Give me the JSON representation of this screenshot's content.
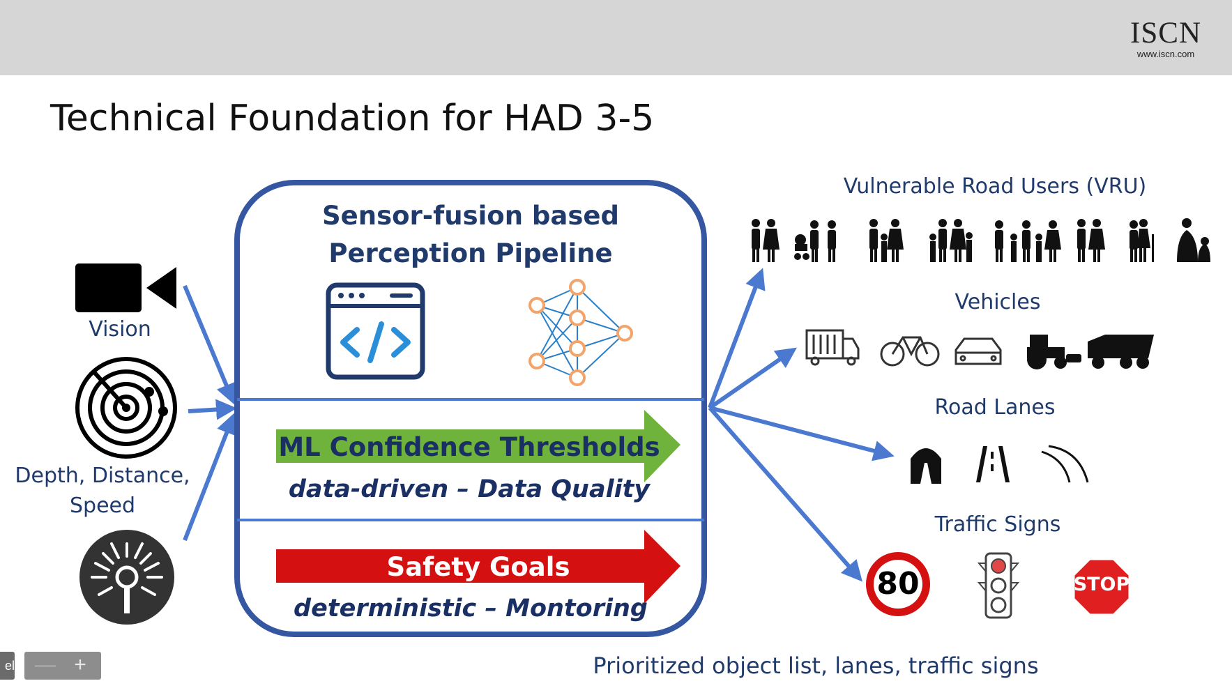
{
  "brand": {
    "name": "ISCN",
    "url": "www.iscn.com"
  },
  "slide": {
    "title": "Technical Foundation for HAD 3-5"
  },
  "inputs": {
    "vision": "Vision",
    "depth_line1": "Depth, Distance,",
    "depth_line2": "Speed"
  },
  "pipeline": {
    "title_line1": "Sensor-fusion based",
    "title_line2": "Perception Pipeline",
    "ml_banner": "ML Confidence Thresholds",
    "ml_sub": "data-driven – Data Quality",
    "safety_banner": "Safety Goals",
    "safety_sub": "deterministic  – Montoring"
  },
  "outputs": {
    "vru": "Vulnerable Road Users (VRU)",
    "vehicles": "Vehicles",
    "lanes": "Road Lanes",
    "signs": "Traffic Signs",
    "speed_limit": "80",
    "stop": "STOP"
  },
  "footer": "Prioritized object list, lanes, traffic signs",
  "zoom": {
    "minus": "—",
    "plus": "+",
    "edge_label": "el"
  },
  "colors": {
    "frame": "#3556a0",
    "arrow": "#4a79cf",
    "ml_green": "#6fb23c",
    "safety_red": "#d41010",
    "text_blue": "#1f3a6b"
  }
}
